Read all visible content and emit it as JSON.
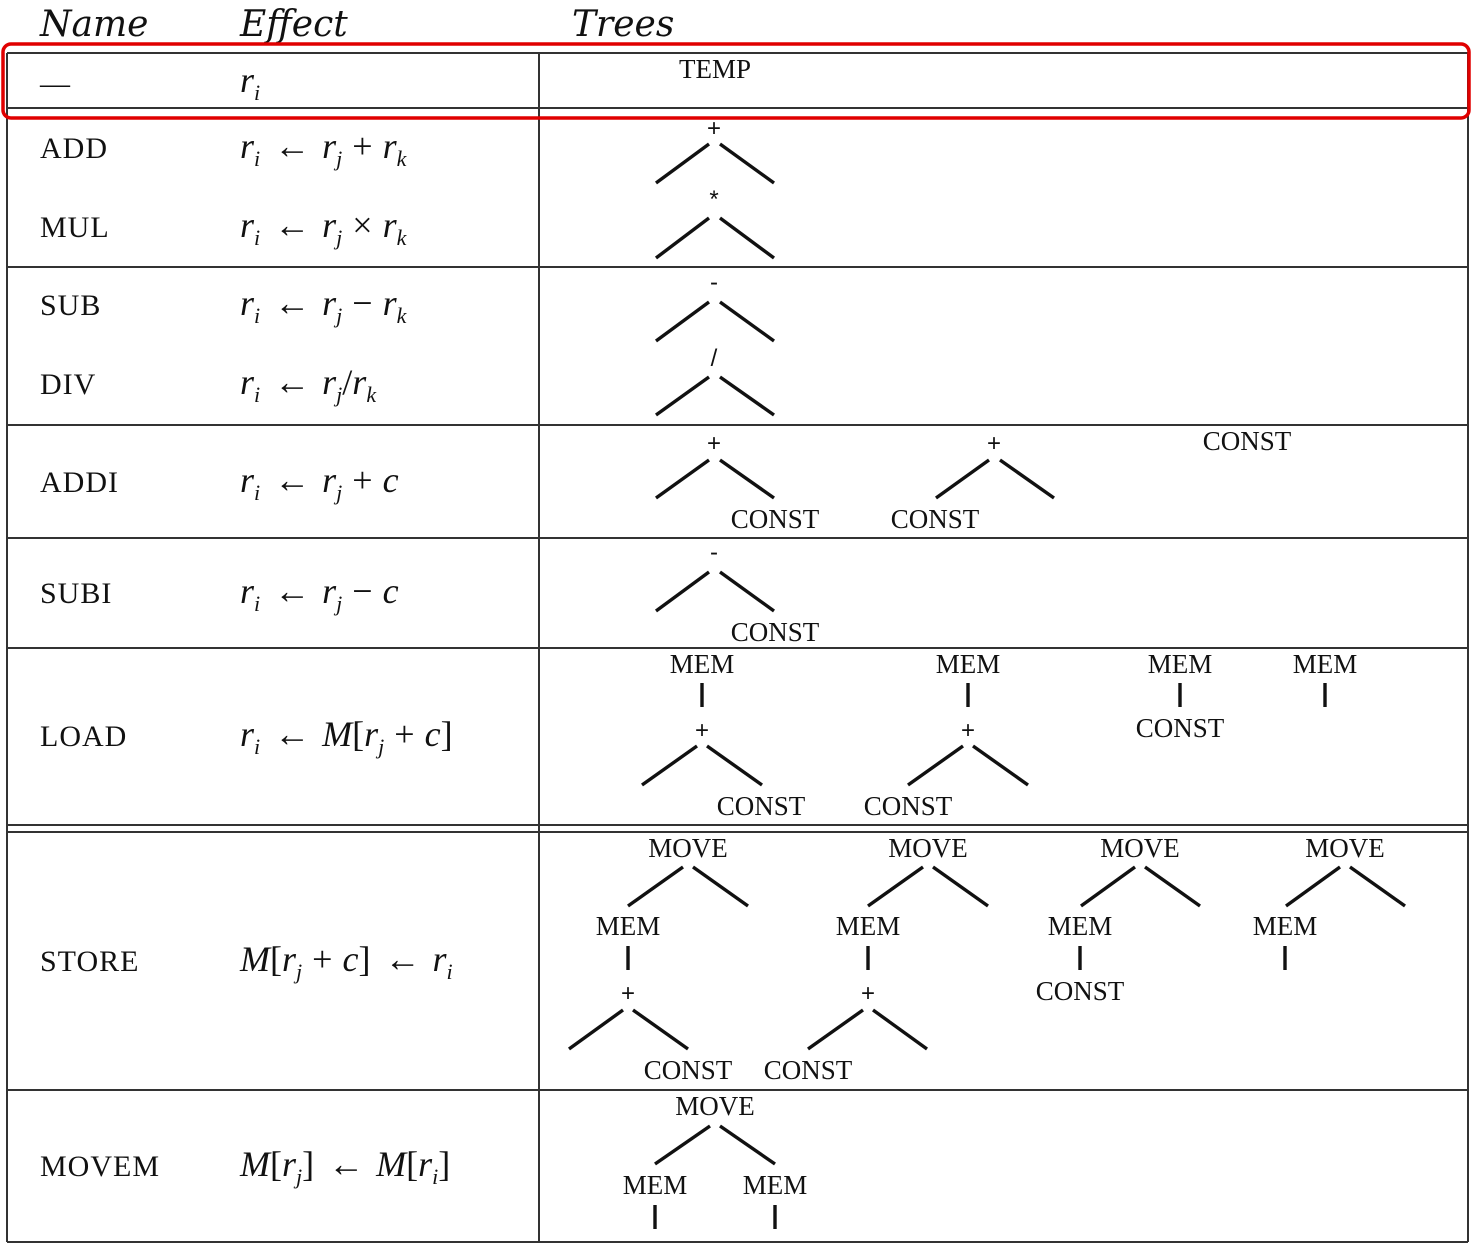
{
  "headers": {
    "name": "Name",
    "effect": "Effect",
    "trees": "Trees"
  },
  "highlight_color": "#e00000",
  "rows": [
    {
      "name": "—",
      "effect": {
        "lhs": "r",
        "lhs_sub": "i",
        "arrow": "",
        "rhs": ""
      }
    },
    {
      "name": "ADD",
      "effect": {
        "lhs": "r",
        "lhs_sub": "i",
        "arrow": "←",
        "rhs": "r_j + r_k"
      }
    },
    {
      "name": "MUL",
      "effect": {
        "lhs": "r",
        "lhs_sub": "i",
        "arrow": "←",
        "rhs": "r_j × r_k"
      }
    },
    {
      "name": "SUB",
      "effect": {
        "lhs": "r",
        "lhs_sub": "i",
        "arrow": "←",
        "rhs": "r_j − r_k"
      }
    },
    {
      "name": "DIV",
      "effect": {
        "lhs": "r",
        "lhs_sub": "i",
        "arrow": "←",
        "rhs": "r_j / r_k"
      }
    },
    {
      "name": "ADDI",
      "effect": {
        "lhs": "r",
        "lhs_sub": "i",
        "arrow": "←",
        "rhs": "r_j + c"
      }
    },
    {
      "name": "SUBI",
      "effect": {
        "lhs": "r",
        "lhs_sub": "i",
        "arrow": "←",
        "rhs": "r_j − c"
      }
    },
    {
      "name": "LOAD",
      "effect": {
        "lhs": "r",
        "lhs_sub": "i",
        "arrow": "←",
        "rhs": "M[r_j + c]"
      }
    },
    {
      "name": "STORE",
      "effect": {
        "lhs": "M[r_j + c]",
        "lhs_sub": "",
        "arrow": "←",
        "rhs": "r_i"
      }
    },
    {
      "name": "MOVEM",
      "effect": {
        "lhs": "M[r_j]",
        "lhs_sub": "",
        "arrow": "←",
        "rhs": "M[r_i]"
      }
    }
  ],
  "node_labels": {
    "temp": "TEMP",
    "plus": "+",
    "times": "*",
    "minus": "-",
    "divide": "/",
    "const": "CONST",
    "mem": "MEM",
    "move": "MOVE"
  }
}
